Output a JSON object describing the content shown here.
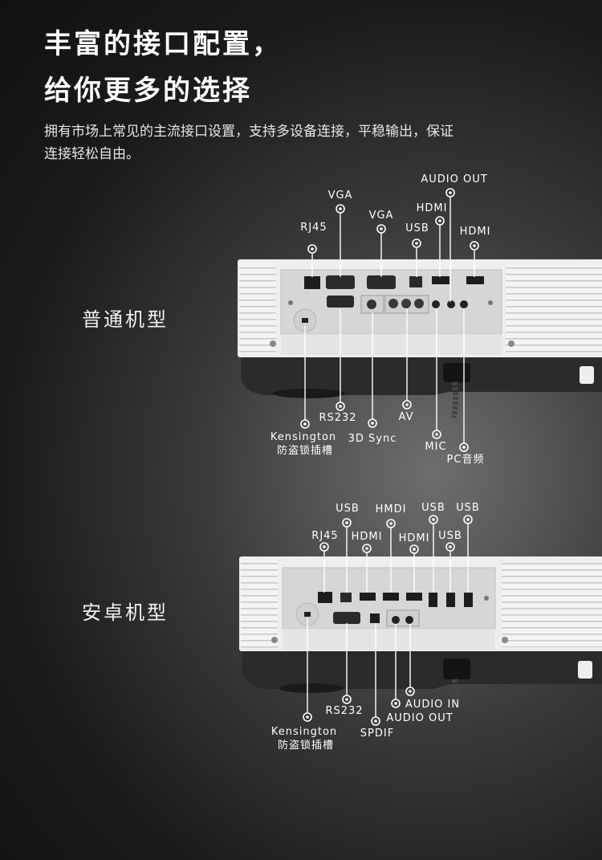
{
  "headline": {
    "line1": "丰富的接口配置，",
    "line2": "给你更多的选择",
    "desc_line1": "拥有市场上常见的主流接口设置，支持多设备连接，平稳输出，保证",
    "desc_line2": "连接轻松自由。"
  },
  "models": {
    "standard": {
      "label": "普通机型",
      "ports_top": [
        "RJ45",
        "VGA",
        "VGA",
        "USB",
        "HDMI",
        "AUDIO OUT",
        "HDMI"
      ],
      "ports_bottom": [
        "Kensington",
        "防盗锁插槽",
        "RS232",
        "3D Sync",
        "AV",
        "MIC",
        "PC音频"
      ]
    },
    "android": {
      "label": "安卓机型",
      "ports_top": [
        "RJ45",
        "USB",
        "HDMI",
        "HMDI",
        "HDMI",
        "USB",
        "USB",
        "USB"
      ],
      "ports_bottom": [
        "Kensington",
        "防盗锁插槽",
        "RS232",
        "SPDIF",
        "AUDIO OUT",
        "AUDIO IN"
      ]
    }
  },
  "colors": {
    "label": "#ffffff",
    "projector_body": "#f1f1f1",
    "panel": "#dcdcdc",
    "base": "#2a2a2a"
  }
}
